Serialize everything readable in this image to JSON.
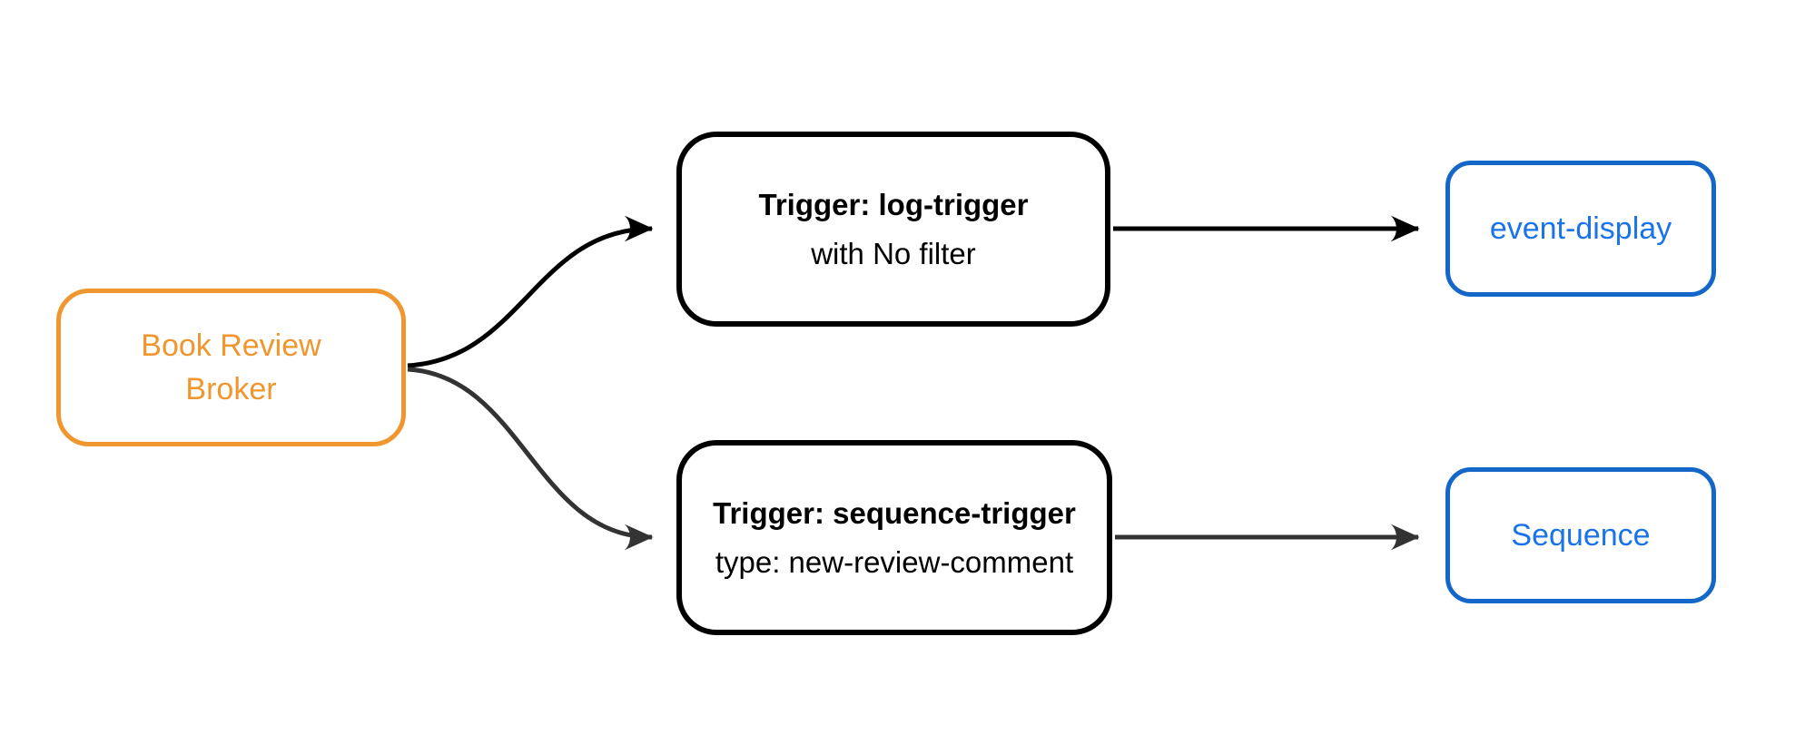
{
  "diagram": {
    "type": "flowchart",
    "direction": "left-to-right",
    "nodes": {
      "broker": {
        "line1": "Book Review",
        "line2": "Broker",
        "style": "orange-rounded"
      },
      "trigger_log": {
        "title": "Trigger: log-trigger",
        "subtitle": "with No filter",
        "style": "black-rounded"
      },
      "trigger_sequence": {
        "title": "Trigger: sequence-trigger",
        "subtitle": "type: new-review-comment",
        "style": "black-rounded"
      },
      "event_display": {
        "label": "event-display",
        "style": "blue-rounded"
      },
      "sequence": {
        "label": "Sequence",
        "style": "blue-rounded"
      }
    },
    "edges": [
      {
        "from": "broker",
        "to": "trigger_log",
        "shape": "curve",
        "color": "#000000"
      },
      {
        "from": "broker",
        "to": "trigger_sequence",
        "shape": "curve",
        "color": "#333333"
      },
      {
        "from": "trigger_log",
        "to": "event_display",
        "shape": "straight",
        "color": "#000000"
      },
      {
        "from": "trigger_sequence",
        "to": "sequence",
        "shape": "straight",
        "color": "#333333"
      }
    ]
  },
  "colors": {
    "background": "#FFFFFF",
    "orange": "#F0962E",
    "black": "#000000",
    "blue-border": "#1467C8",
    "blue-text": "#1A73E8",
    "edge-dark": "#000000",
    "edge-gray": "#333333"
  }
}
